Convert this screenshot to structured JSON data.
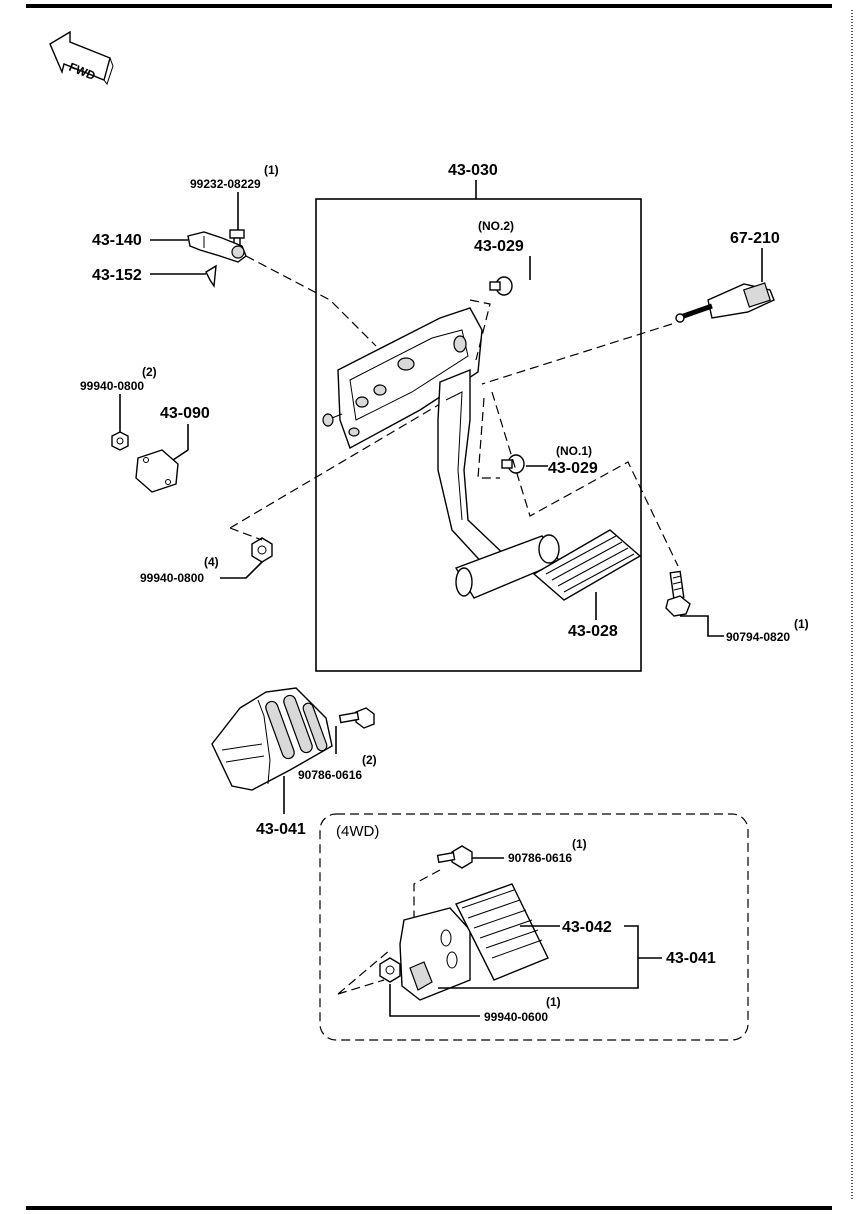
{
  "fwd_label": "FWD",
  "labels": {
    "assy_43_030": "43-030",
    "bolt_99232_qty": "(1)",
    "bolt_99232": "99232-08229",
    "part_43_140": "43-140",
    "part_43_152": "43-152",
    "nut_99940_top_qty": "(2)",
    "nut_99940_top": "99940-0800",
    "part_43_090": "43-090",
    "nut_99940_bottom_qty": "(4)",
    "nut_99940_bottom": "99940-0800",
    "bushing_no2": "(NO.2)",
    "part_43_029_no2": "43-029",
    "bushing_no1": "(NO.1)",
    "part_43_029_no1": "43-029",
    "part_67_210": "67-210",
    "part_43_028": "43-028",
    "bolt_90794_qty": "(1)",
    "bolt_90794": "90794-0820",
    "bolt_90786_qty": "(2)",
    "bolt_90786": "90786-0616",
    "part_43_041": "43-041",
    "variant_4wd": "(4WD)",
    "bolt_90786_4wd_qty": "(1)",
    "bolt_90786_4wd": "90786-0616",
    "part_43_042": "43-042",
    "part_43_041_4wd": "43-041",
    "nut_99940_0600_qty": "(1)",
    "nut_99940_0600": "99940-0600"
  }
}
